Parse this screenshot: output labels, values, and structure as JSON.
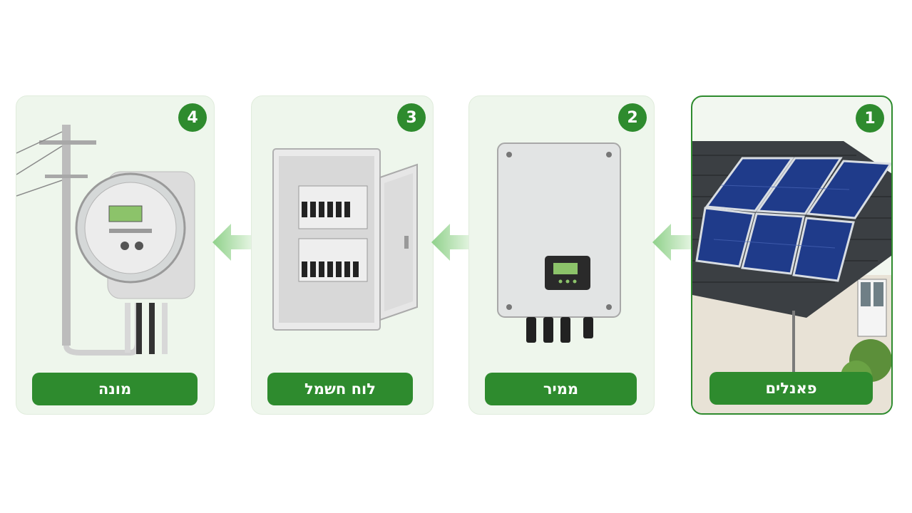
{
  "steps": [
    {
      "number": "1",
      "label": "פאנלים",
      "icon": "solar-panels-icon"
    },
    {
      "number": "2",
      "label": "ממיר",
      "icon": "inverter-icon"
    },
    {
      "number": "3",
      "label": "לוח חשמל",
      "icon": "electrical-panel-icon"
    },
    {
      "number": "4",
      "label": "מונה",
      "icon": "electric-meter-icon"
    }
  ],
  "colors": {
    "accent": "#2e8b2e",
    "card_bg": "#eef6ec",
    "arrow": "#b9e0b3"
  }
}
